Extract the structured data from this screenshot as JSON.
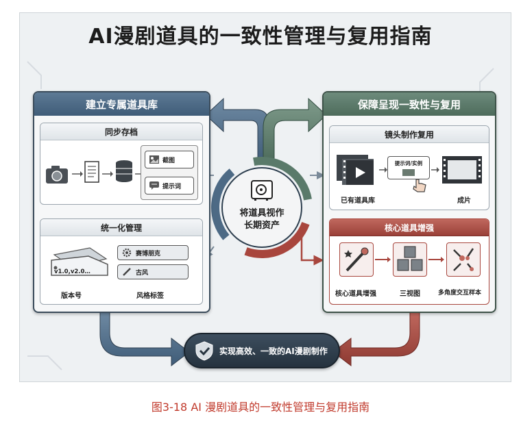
{
  "title": "AI漫剧道具的一致性管理与复用指南",
  "left_panel": {
    "title": "建立专属道具库",
    "sync_archive": {
      "title": "同步存档",
      "chips": [
        "截图",
        "提示词"
      ]
    },
    "unified_management": {
      "title": "统一化管理",
      "version_tag": "v1.0,v2.0…",
      "version_label": "版本号",
      "style_tags": [
        "赛博朋克",
        "古风"
      ],
      "style_label": "风格标签"
    }
  },
  "right_panel": {
    "title": "保障呈现一致性与复用",
    "shot_reuse": {
      "title": "镜头制作复用",
      "existing_label": "已有道具库",
      "prompt_label": "提示词/实例",
      "final_label": "成片"
    },
    "core_enhance": {
      "title": "核心道具增强",
      "items": [
        "核心道具增强",
        "三视图",
        "多角度交互样本"
      ]
    }
  },
  "center": {
    "line1": "将道具视作",
    "line2": "长期资产"
  },
  "bottom_banner": "实现高效、一致的AI漫剧制作",
  "caption": "图3-18   AI 漫剧道具的一致性管理与复用指南",
  "colors": {
    "slate_blue": "#4d6a85",
    "slate_green": "#5a7a6a",
    "brick_red": "#a8463d",
    "dark_navy": "#2f4050"
  }
}
